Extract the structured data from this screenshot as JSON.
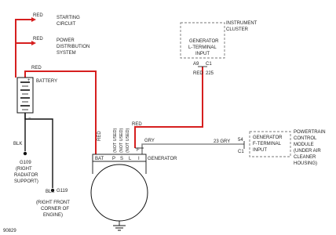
{
  "colors": {
    "wire_red": "#d61f1f",
    "wire_black": "#111111",
    "wire_gray": "#8a8a8a",
    "text": "#222222",
    "dashed_box": "#777777"
  },
  "labels": {
    "red_starting": "RED",
    "starting_circuit_1": "STARTING",
    "starting_circuit_2": "CIRCUIT",
    "red_power": "RED",
    "power_dist_1": "POWER",
    "power_dist_2": "DISTRIBUTION",
    "power_dist_3": "SYSTEM",
    "red_battery_top": "RED",
    "battery": "BATTERY",
    "battery_plus": "+",
    "battery_minus": "−",
    "blk_1": "BLK",
    "g109": "G109",
    "g109_desc_1": "(RIGHT",
    "g109_desc_2": "RADIATOR",
    "g109_desc_3": "SUPPORT)",
    "blk_2": "BLK",
    "g119": "G119",
    "g119_desc_1": "(RIGHT FRONT",
    "g119_desc_2": "CORNER OF",
    "g119_desc_3": "ENGINE)",
    "red_vertical": "RED",
    "bat_terminal": "BAT",
    "terminal_p": "P",
    "terminal_s": "S",
    "terminal_l": "L",
    "terminal_i": "I",
    "not_used_1": "(NOT USED)",
    "not_used_2": "(NOT USED)",
    "not_used_3": "(NOT USED)",
    "generator": "GENERATOR",
    "f_marker": "F",
    "red_to_cluster": "RED",
    "gry_short": "GRY",
    "wire_23_gry": "23 GRY",
    "pin_54": "54",
    "conn_c1": "C1",
    "instrument_cluster_1": "INSTRUMENT",
    "instrument_cluster_2": "CLUSTER",
    "gen_l_terminal_1": "GENERATOR",
    "gen_l_terminal_2": "L-TERMINAL",
    "gen_l_terminal_3": "INPUT",
    "conn_a9": "A9",
    "conn_c1_top": "C1",
    "wire_red_225_red": "RED",
    "wire_red_225_num": "225",
    "gen_f_terminal_1": "GENERATOR",
    "gen_f_terminal_2": "F-TERMINAL",
    "gen_f_terminal_3": "INPUT",
    "pcm_1": "POWERTRAIN",
    "pcm_2": "CONTROL",
    "pcm_3": "MODULE",
    "pcm_4": "(UNDER AIR",
    "pcm_5": "CLEANER",
    "pcm_6": "HOUSING)",
    "figure_id": "90829"
  }
}
